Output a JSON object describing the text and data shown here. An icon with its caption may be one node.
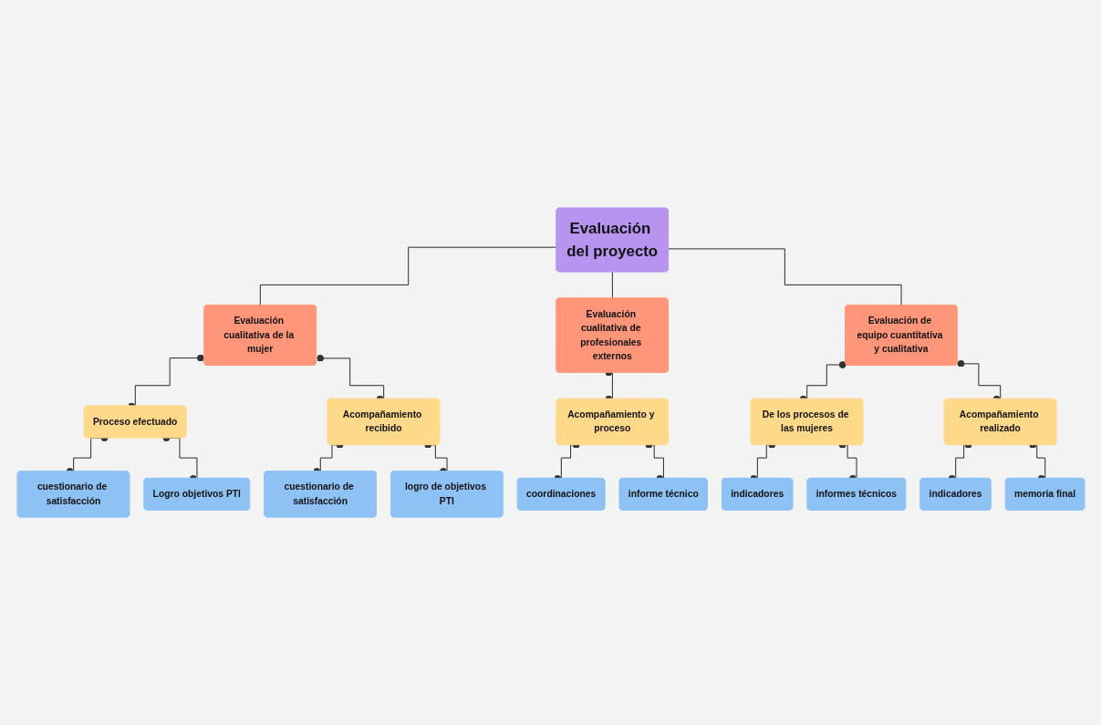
{
  "diagram": {
    "nodes": [
      {
        "text": [
          "Evaluación del proyecto"
        ]
      },
      {
        "text": [
          "Evaluación cualitativa de la mujer"
        ]
      },
      {
        "text": [
          "Evaluación cualitativa de profesionales externos"
        ]
      },
      {
        "text": [
          "Evaluación de equipo cuantitativa y cualitativa"
        ]
      },
      {
        "text": [
          "Proceso efectuado"
        ]
      },
      {
        "text": [
          "Acompañamiento recibido"
        ]
      },
      {
        "text": [
          "Acompañamiento y proceso"
        ]
      },
      {
        "text": [
          "De los procesos de las mujeres"
        ]
      },
      {
        "text": [
          "Acompañamiento realizado"
        ]
      },
      {
        "text": [
          "cuestionario de satisfacción"
        ]
      },
      {
        "text": [
          "Logro objetivos PTI"
        ]
      },
      {
        "text": [
          "cuestionario de satisfacción"
        ]
      },
      {
        "text": [
          "logro de objetivos PTI"
        ]
      },
      {
        "text": [
          "coordinaciones"
        ]
      },
      {
        "text": [
          "informe técnico"
        ]
      },
      {
        "text": [
          "indicadores"
        ]
      },
      {
        "text": [
          "informes técnicos"
        ]
      },
      {
        "text": [
          "indicadores"
        ]
      },
      {
        "text": [
          "memoria final"
        ]
      }
    ],
    "edges": [
      {
        "from": 0,
        "to": 1,
        "arrow": "none"
      },
      {
        "from": 0,
        "to": 2,
        "arrow": "none"
      },
      {
        "from": 0,
        "to": 3,
        "arrow": "none"
      },
      {
        "from": 1,
        "to": 4,
        "arrow": "other"
      },
      {
        "from": 1,
        "to": 5,
        "arrow": "other"
      },
      {
        "from": 2,
        "to": 6,
        "arrow": "other"
      },
      {
        "from": 3,
        "to": 7,
        "arrow": "other"
      },
      {
        "from": 3,
        "to": 8,
        "arrow": "other"
      },
      {
        "from": 4,
        "to": 9,
        "arrow": "other"
      },
      {
        "from": 4,
        "to": 10,
        "arrow": "other"
      },
      {
        "from": 5,
        "to": 11,
        "arrow": "other"
      },
      {
        "from": 5,
        "to": 12,
        "arrow": "other"
      },
      {
        "from": 6,
        "to": 13,
        "arrow": "other"
      },
      {
        "from": 6,
        "to": 14,
        "arrow": "other"
      },
      {
        "from": 7,
        "to": 15,
        "arrow": "other"
      },
      {
        "from": 7,
        "to": 16,
        "arrow": "other"
      },
      {
        "from": 8,
        "to": 17,
        "arrow": "other"
      },
      {
        "from": 8,
        "to": 18,
        "arrow": "other"
      }
    ]
  }
}
